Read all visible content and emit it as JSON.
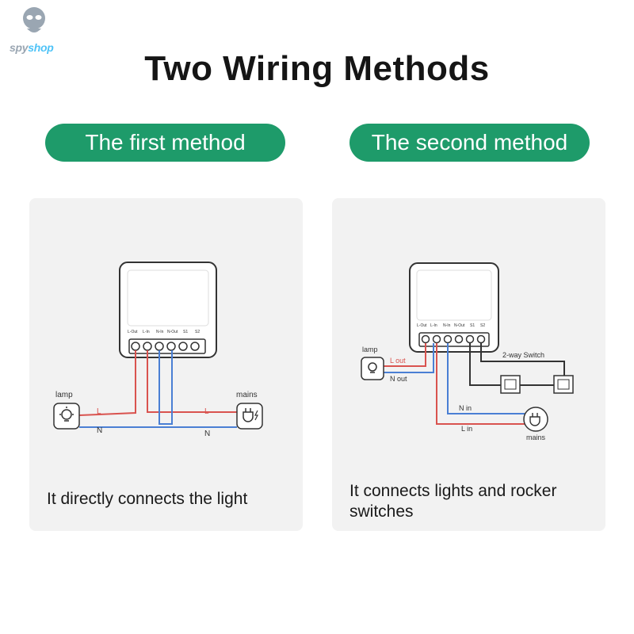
{
  "logo": {
    "part1": "spy",
    "part2": "shop"
  },
  "title": "Two Wiring Methods",
  "method1": {
    "pill": "The first method",
    "terminals": [
      "L-Out",
      "L-In",
      "N-In",
      "N-Out",
      "S1",
      "S2"
    ],
    "lamp": "lamp",
    "mains": "mains",
    "wire_L": "L",
    "wire_N": "N",
    "caption": "It directly connects the light"
  },
  "method2": {
    "pill": "The second method",
    "terminals": [
      "L-Out",
      "L-In",
      "N-In",
      "N-Out",
      "S1",
      "S2"
    ],
    "lamp": "lamp",
    "mains": "mains",
    "switch_label": "2-way Switch",
    "l_out": "L out",
    "n_out": "N out",
    "n_in": "N in",
    "l_in": "L in",
    "caption": "It connects lights and rocker switches"
  },
  "colors": {
    "green": "#1e9b6a",
    "live": "#d9534f",
    "neutral": "#4a7fd4",
    "dark": "#333333"
  }
}
